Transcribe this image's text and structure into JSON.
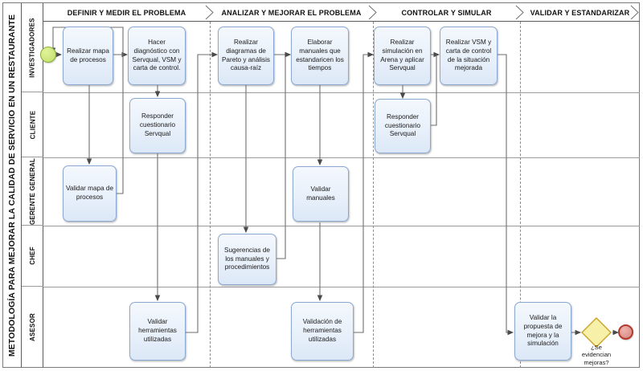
{
  "pool": {
    "title": "METODOLOGÍA PARA MEJORAR LA CALIDAD DE SERVICIO EN UN RESTAURANTE"
  },
  "lanes": [
    {
      "id": "investigadores",
      "label": "INVESTIGADORES"
    },
    {
      "id": "cliente",
      "label": "CLIENTE"
    },
    {
      "id": "gerente",
      "label": "GERENTE GENERAL"
    },
    {
      "id": "chef",
      "label": "CHEF"
    },
    {
      "id": "asesor",
      "label": "ASESOR"
    }
  ],
  "phases": [
    {
      "id": "definir",
      "label": "DEFINIR Y MEDIR EL PROBLEMA"
    },
    {
      "id": "analizar",
      "label": "ANALIZAR Y MEJORAR EL PROBLEMA"
    },
    {
      "id": "controlar",
      "label": "CONTROLAR Y SIMULAR"
    },
    {
      "id": "validar",
      "label": "VALIDAR Y ESTANDARIZAR"
    }
  ],
  "nodes": {
    "start": {
      "name": "start-event"
    },
    "t1": {
      "label": "Realizar mapa de procesos"
    },
    "t2": {
      "label": "Hacer diagnóstico con Servqual, VSM y carta de control."
    },
    "t3": {
      "label": "Realizar diagramas de Pareto y análisis causa-raíz"
    },
    "t4": {
      "label": "Elaborar manuales que estandaricen los tiempos"
    },
    "t5": {
      "label": "Realizar simulación en Arena y aplicar Servqual"
    },
    "t6": {
      "label": "Realizar VSM y carta de control de la situación mejorada"
    },
    "t7": {
      "label": "Responder cuestionario Servqual"
    },
    "t8": {
      "label": "Responder cuestionario Servqual"
    },
    "t9": {
      "label": "Validar mapa de procesos"
    },
    "t10": {
      "label": "Validar manuales"
    },
    "t11": {
      "label": "Sugerencias de los manuales y procedimientos"
    },
    "t12": {
      "label": "Validar herramientas utilizadas"
    },
    "t13": {
      "label": "Validación de herramientas utilizadas"
    },
    "t14": {
      "label": "Validar la propuesta de mejora y la simulación"
    },
    "gateway": {
      "label_line1": "¿Se",
      "label_line2": "evidencian",
      "label_line3": "mejoras?"
    },
    "end": {
      "name": "end-event"
    }
  },
  "colors": {
    "task_border": "#8aa8d0",
    "task_fill": "#e8f0fa",
    "start_fill": "#cfe87f",
    "start_border": "#89ac3c",
    "end_fill": "#e09a93",
    "end_border": "#b03a2e",
    "gateway_fill": "#f7f0a8",
    "gateway_border": "#c9a227",
    "connector": "#6e6e6e",
    "lane_border": "#9a9a9a",
    "frame": "#7a7a7a"
  }
}
